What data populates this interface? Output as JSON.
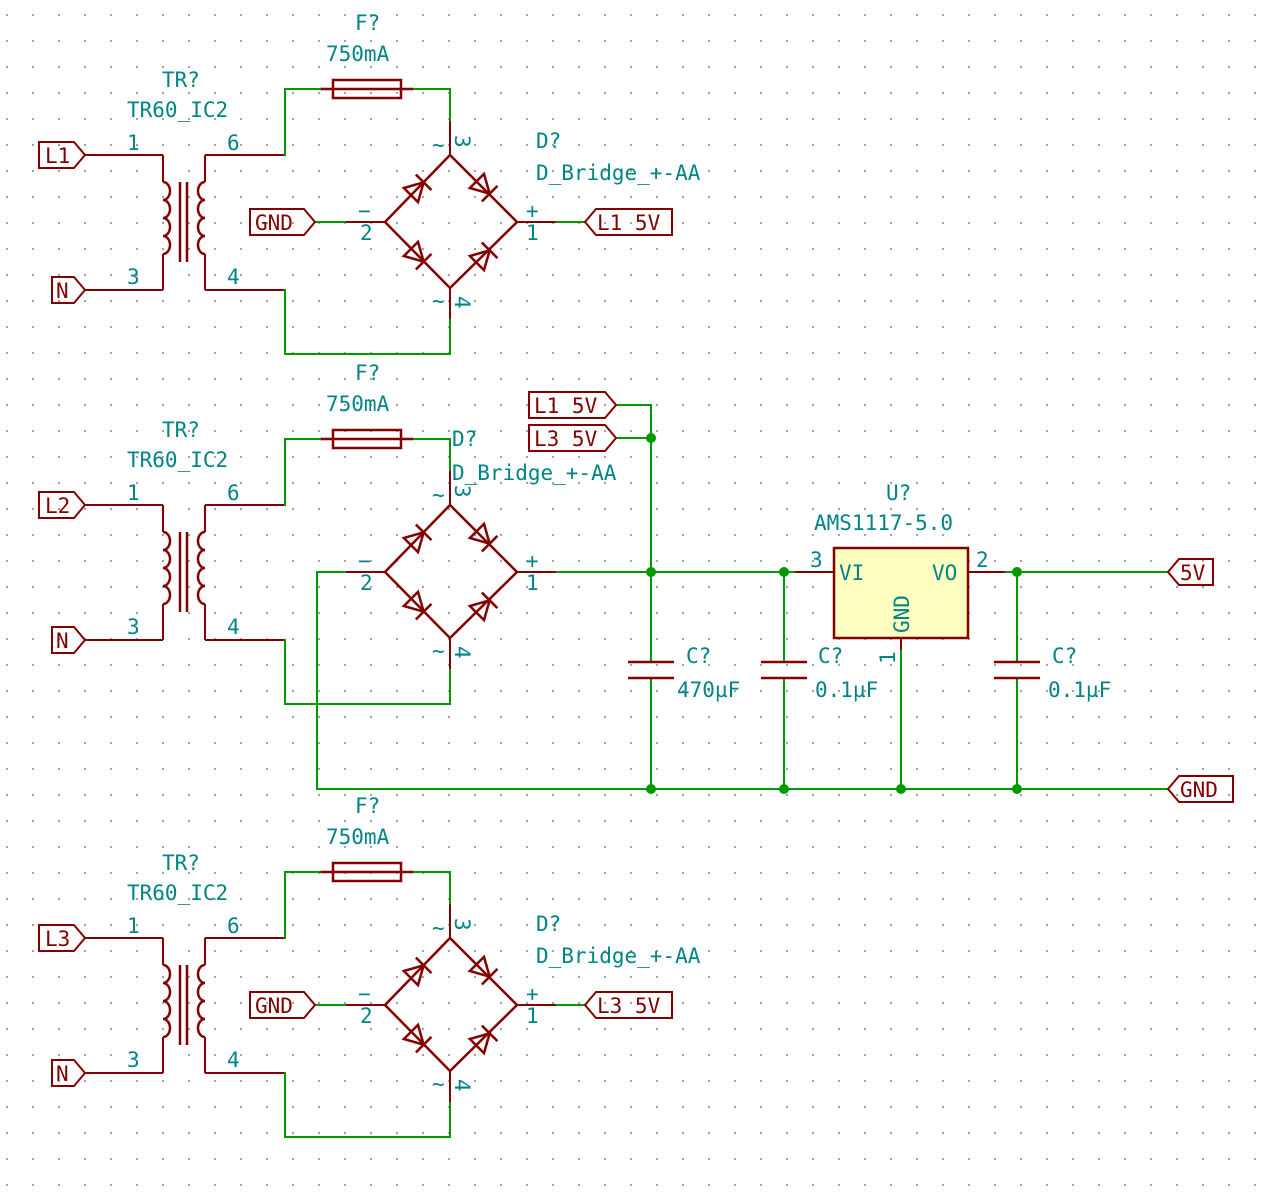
{
  "colors": {
    "wire": "#009900",
    "symbol": "#840000",
    "text": "#008484",
    "ic_fill": "#ffffc2",
    "grid": "#848484"
  },
  "stages": [
    {
      "transformer": {
        "ref": "TR?",
        "value": "TR60_IC2",
        "pin1": "1",
        "pin3": "3",
        "pin6": "6",
        "pin4": "4"
      },
      "fuse": {
        "ref": "F?",
        "value": "750mA"
      },
      "bridge": {
        "ref": "D?",
        "value": "D_Bridge_+-AA",
        "pin1": "1",
        "pin2": "2",
        "pin3": "3",
        "pin4": "4",
        "plus": "+",
        "minus": "−",
        "ac": "~"
      },
      "in_label": "L1",
      "n_label": "N",
      "gnd_label": "GND",
      "out_label": "L1_5V"
    },
    {
      "transformer": {
        "ref": "TR?",
        "value": "TR60_IC2",
        "pin1": "1",
        "pin3": "3",
        "pin6": "6",
        "pin4": "4"
      },
      "fuse": {
        "ref": "F?",
        "value": "750mA"
      },
      "bridge": {
        "ref": "D?",
        "value": "D_Bridge_+-AA",
        "pin1": "1",
        "pin2": "2",
        "pin3": "3",
        "pin4": "4",
        "plus": "+",
        "minus": "−",
        "ac": "~"
      },
      "in_label": "L2",
      "n_label": "N"
    },
    {
      "transformer": {
        "ref": "TR?",
        "value": "TR60_IC2",
        "pin1": "1",
        "pin3": "3",
        "pin6": "6",
        "pin4": "4"
      },
      "fuse": {
        "ref": "F?",
        "value": "750mA"
      },
      "bridge": {
        "ref": "D?",
        "value": "D_Bridge_+-AA",
        "pin1": "1",
        "pin2": "2",
        "pin3": "3",
        "pin4": "4",
        "plus": "+",
        "minus": "−",
        "ac": "~"
      },
      "in_label": "L3",
      "n_label": "N",
      "gnd_label": "GND",
      "out_label": "L3_5V"
    }
  ],
  "regulator": {
    "ref": "U?",
    "value": "AMS1117-5.0",
    "vi": "VI",
    "vo": "VO",
    "gnd": "GND",
    "pin_vi": "3",
    "pin_vo": "2",
    "pin_gnd": "1"
  },
  "capacitors": [
    {
      "ref": "C?",
      "value": "470µF"
    },
    {
      "ref": "C?",
      "value": "0.1µF"
    },
    {
      "ref": "C?",
      "value": "0.1µF"
    }
  ],
  "labels": {
    "merge_l1": "L1_5V",
    "merge_l3": "L3_5V",
    "out_5v": "5V",
    "gnd": "GND"
  }
}
